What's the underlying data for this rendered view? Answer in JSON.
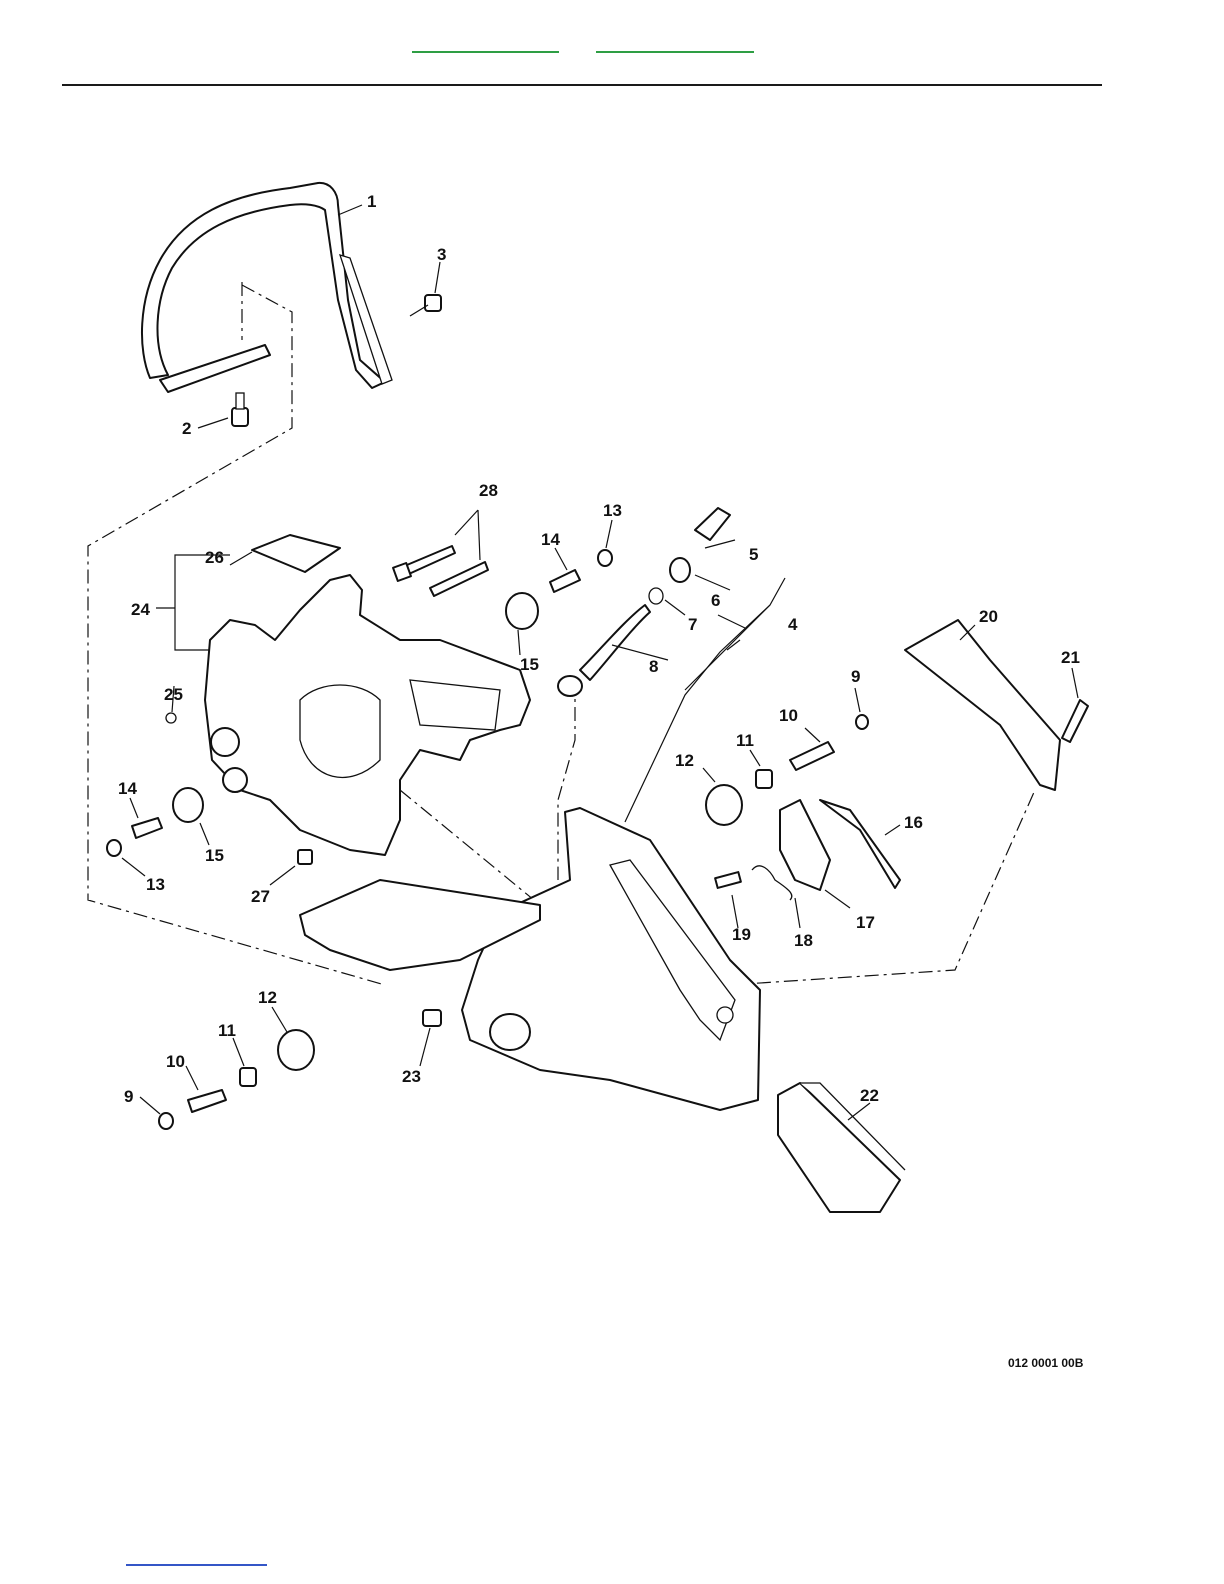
{
  "header": {
    "nav_links": [
      {
        "label": "",
        "color": "#2e9e44"
      },
      {
        "label": "",
        "color": "#2e9e44"
      }
    ],
    "rule_color": "#1a1a1a"
  },
  "diagram": {
    "drawing_code": "012 0001 00B",
    "callouts": [
      "1",
      "2",
      "3",
      "4",
      "5",
      "6",
      "7",
      "8",
      "9",
      "10",
      "11",
      "12",
      "13",
      "14",
      "15",
      "16",
      "17",
      "18",
      "19",
      "20",
      "21",
      "22",
      "23",
      "24",
      "25",
      "26",
      "27",
      "28",
      "9",
      "10",
      "11",
      "12",
      "13",
      "14",
      "15"
    ]
  },
  "footer": {
    "link": {
      "label": "",
      "color": "#3456c7"
    }
  }
}
